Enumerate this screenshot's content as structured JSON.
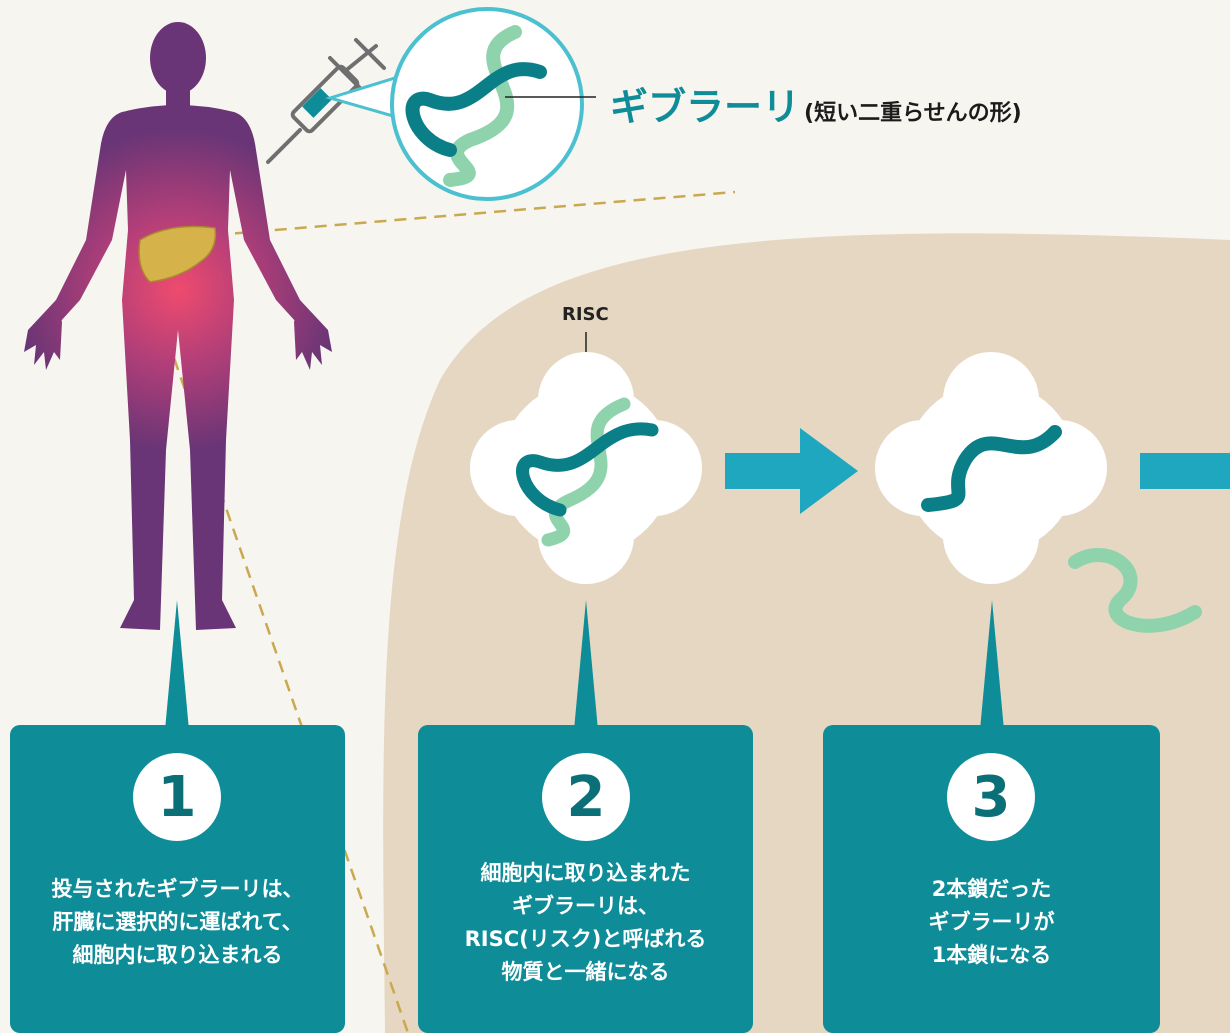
{
  "title": {
    "main": "ギブラーリ",
    "sub": "(短い二重らせんの形)"
  },
  "risc_label": "RISC",
  "steps": [
    {
      "number": "1",
      "lines": [
        "投与されたギブラーリは、",
        "肝臓に選択的に運ばれて、",
        "細胞内に取り込まれる"
      ]
    },
    {
      "number": "2",
      "lines": [
        "細胞内に取り込まれた",
        "ギブラーリは、",
        "RISC(リスク)と呼ばれる",
        "物質と一緒になる"
      ]
    },
    {
      "number": "3",
      "lines": [
        "2本鎖だった",
        "ギブラーリが",
        "1本鎖になる"
      ]
    }
  ],
  "colors": {
    "background": "#f7f5f0",
    "teal_box": "#0e8c98",
    "title_teal": "#0e8c98",
    "cell_tan": "#e6d7c2",
    "body_purple": "#7b3a78",
    "liver_gold": "#d6b24a",
    "strand_dark": "#0b7f88",
    "strand_light": "#8fd3ad",
    "arrow_blue": "#1ea7bf"
  },
  "icons": [
    "human-body-icon",
    "liver-icon",
    "syringe-icon",
    "double-helix-icon",
    "single-strand-icon",
    "right-arrow-icon"
  ]
}
